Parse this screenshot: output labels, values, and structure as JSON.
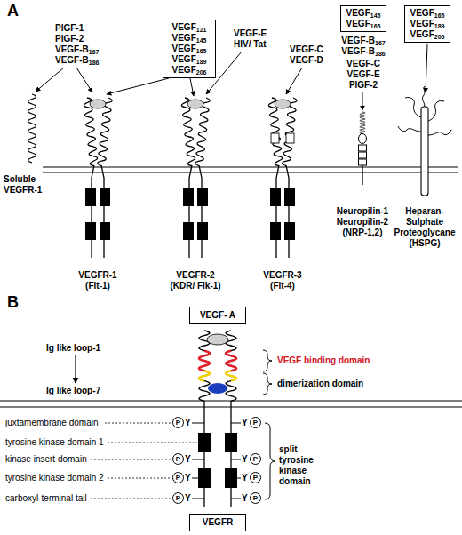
{
  "diagram": {
    "nodes": [
      {
        "text": [
          "VEGF121",
          "VEGF145",
          "VEGF165",
          "VEGF189",
          "VEGF206"
        ]
      },
      {
        "text": [
          "VEGF145",
          "VEGF165"
        ]
      },
      {
        "text": [
          "VEGF165",
          "VEGF189",
          "VEGF206"
        ]
      },
      {
        "text": [
          "VEGF- A"
        ]
      },
      {
        "text": [
          "P"
        ]
      },
      {
        "text": [
          "P"
        ]
      },
      {
        "text": [
          "P"
        ]
      },
      {
        "text": [
          "P"
        ]
      },
      {
        "text": [
          "P"
        ]
      },
      {
        "text": [
          "P"
        ]
      },
      {
        "text": [
          "P"
        ]
      },
      {
        "text": [
          "P"
        ]
      },
      {
        "text": [
          "VEGFR"
        ]
      }
    ],
    "labels": [
      "A",
      "PlGF-1",
      "PlGF-2",
      "VEGF-B167",
      "VEGF-B186",
      "VEGF-E",
      "HIV/ Tat",
      "VEGF-C",
      "VEGF-D",
      "VEGF-B167",
      "VEGF-B186",
      "VEGF-C",
      "VEGF-E",
      "PlGF-2",
      "Soluble",
      "VEGFR-1",
      "VEGFR-1",
      "(Flt-1)",
      "VEGFR-2",
      "(KDR/ Flk-1)",
      "VEGFR-3",
      "(Flt-4)",
      "Neuropilin-1",
      "Neuropilin-2",
      "(NRP-1,2)",
      "Heparan-",
      "Sulphate",
      "Proteoglycane",
      "(HSPG)",
      "B",
      "Ig like loop-1",
      "Ig like loop-7",
      "VEGF binding domain",
      "dimerization domain",
      "juxtamembrane domain",
      "tyrosine kinase domain 1",
      "kinase insert domain",
      "tyrosine kinase domain 2",
      "carboxyl-terminal tail",
      "Y",
      "Y",
      "Y",
      "Y",
      "Y",
      "Y",
      "Y",
      "Y",
      "split",
      "tyrosine",
      "kinase",
      "domain"
    ]
  }
}
